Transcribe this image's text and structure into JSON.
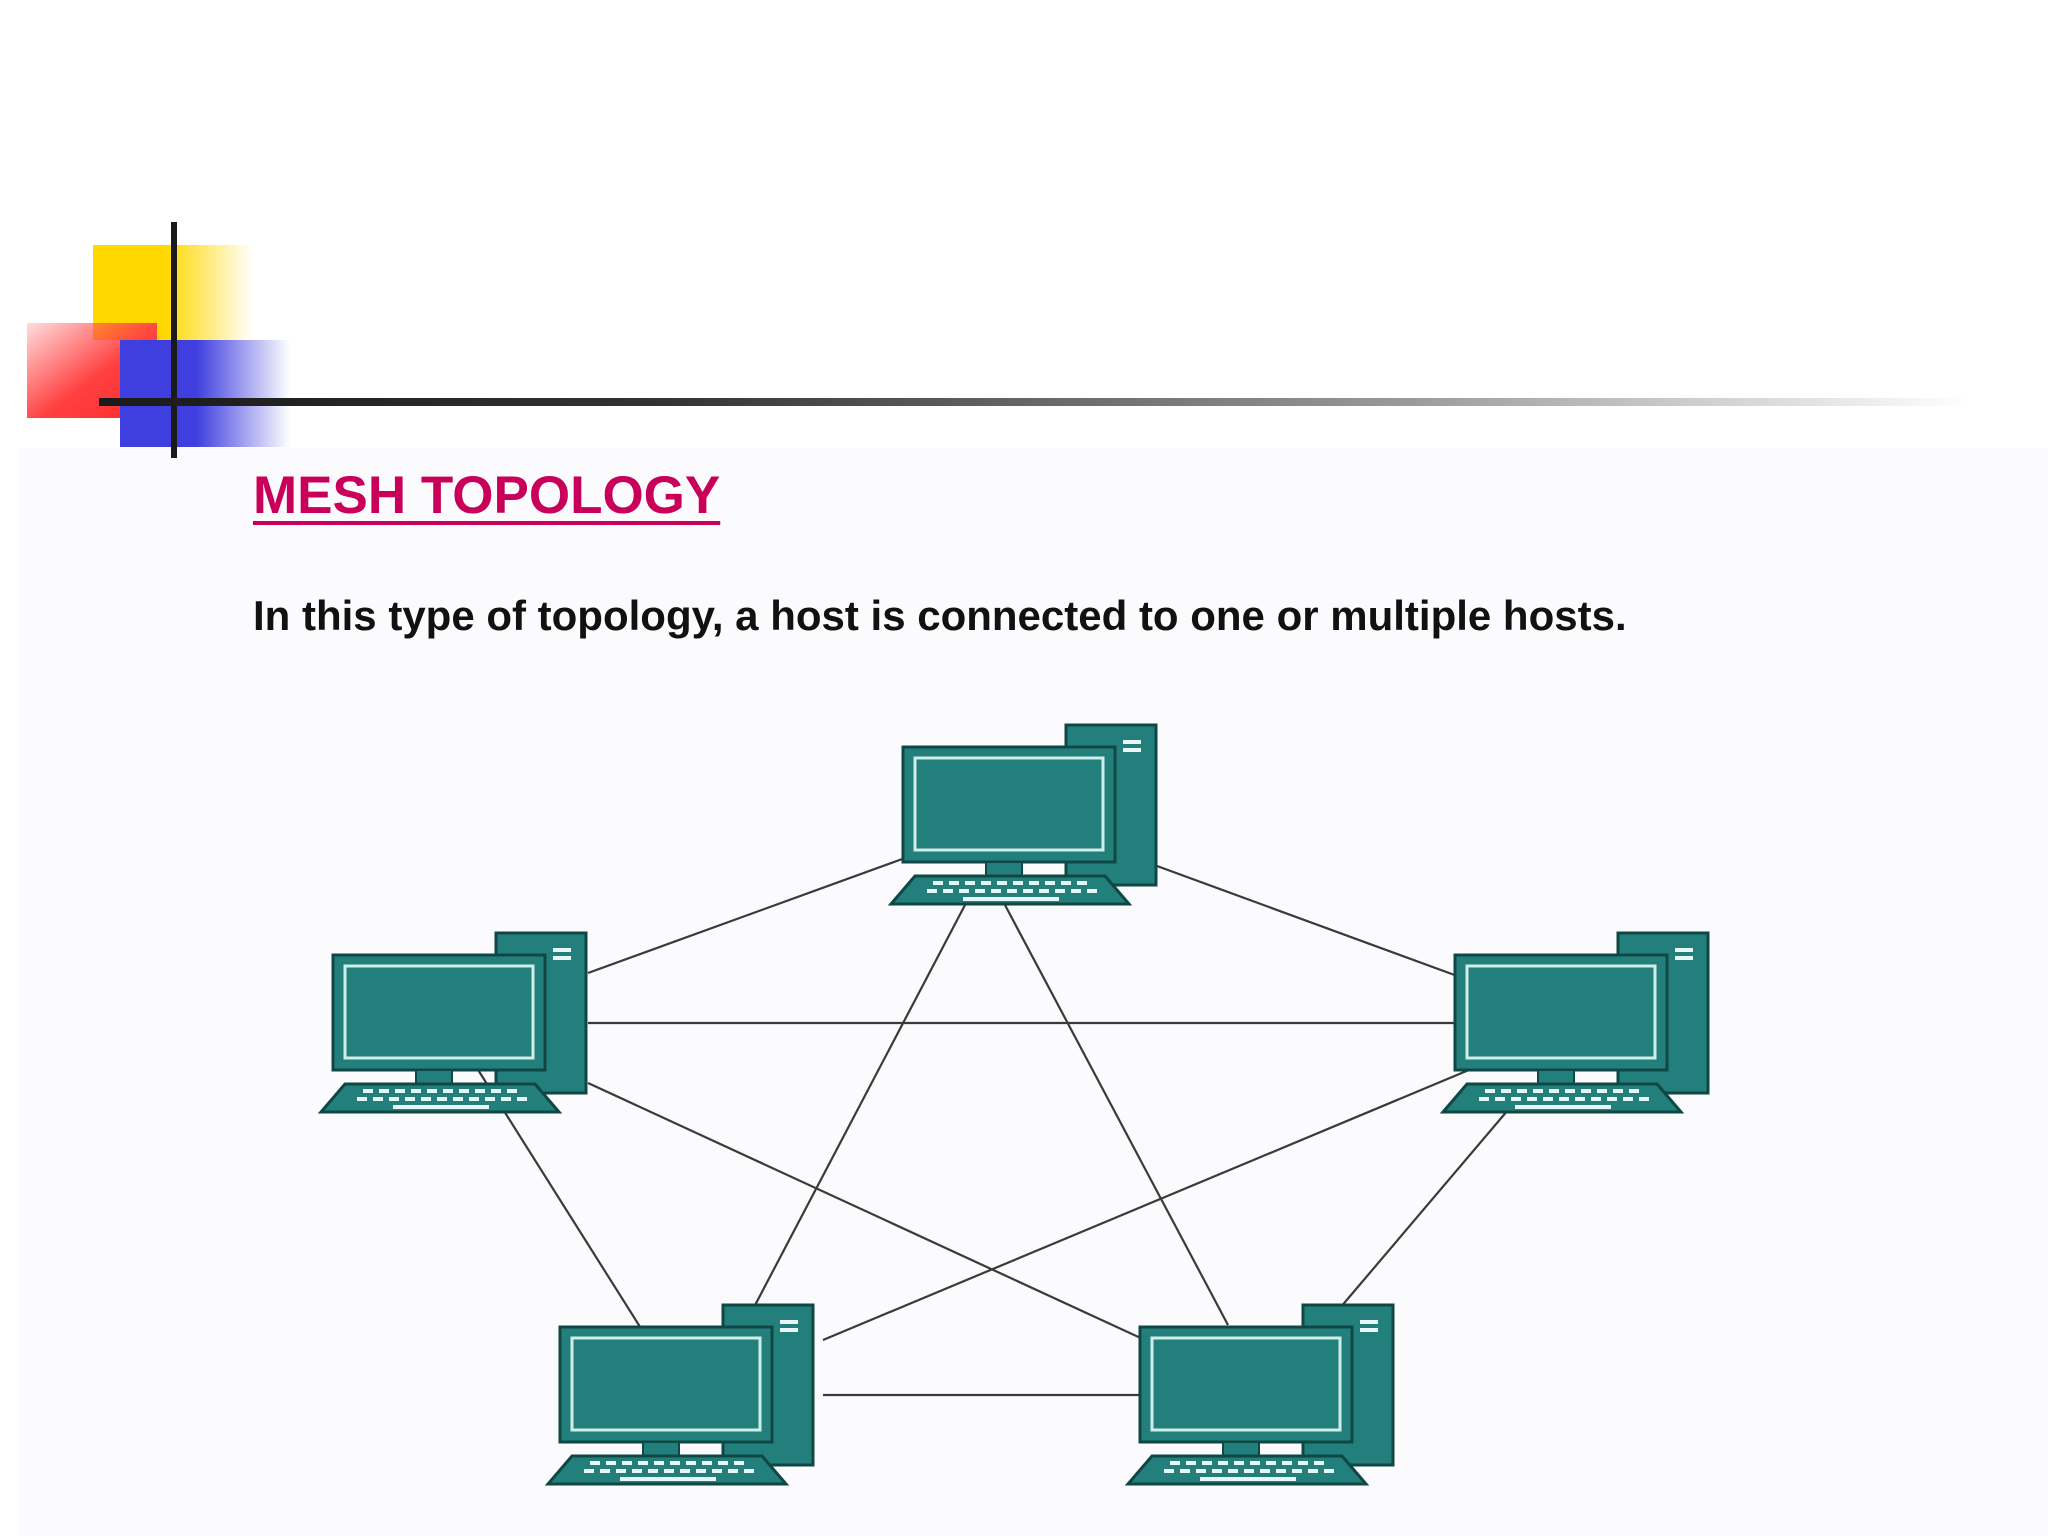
{
  "slide": {
    "title": "MESH TOPOLOGY",
    "description": "In this type of topology, a host is connected to one or multiple hosts."
  },
  "colors": {
    "title": "#c8005a",
    "text": "#111111",
    "computer_fill": "#237f7b",
    "computer_highlight": "#cfeeea",
    "link_line": "#3a3a3a",
    "deco_yellow": "#ffd800",
    "deco_red": "#ff2a2a",
    "deco_blue": "#3f3fe0"
  },
  "diagram": {
    "nodes": [
      {
        "id": "host-top",
        "icon": "desktop-computer-icon"
      },
      {
        "id": "host-left",
        "icon": "desktop-computer-icon"
      },
      {
        "id": "host-right",
        "icon": "desktop-computer-icon"
      },
      {
        "id": "host-bottom-left",
        "icon": "desktop-computer-icon"
      },
      {
        "id": "host-bottom-right",
        "icon": "desktop-computer-icon"
      }
    ],
    "links": [
      [
        "host-top",
        "host-left"
      ],
      [
        "host-top",
        "host-right"
      ],
      [
        "host-top",
        "host-bottom-left"
      ],
      [
        "host-top",
        "host-bottom-right"
      ],
      [
        "host-left",
        "host-right"
      ],
      [
        "host-left",
        "host-bottom-left"
      ],
      [
        "host-left",
        "host-bottom-right"
      ],
      [
        "host-right",
        "host-bottom-left"
      ],
      [
        "host-right",
        "host-bottom-right"
      ],
      [
        "host-bottom-left",
        "host-bottom-right"
      ]
    ]
  }
}
